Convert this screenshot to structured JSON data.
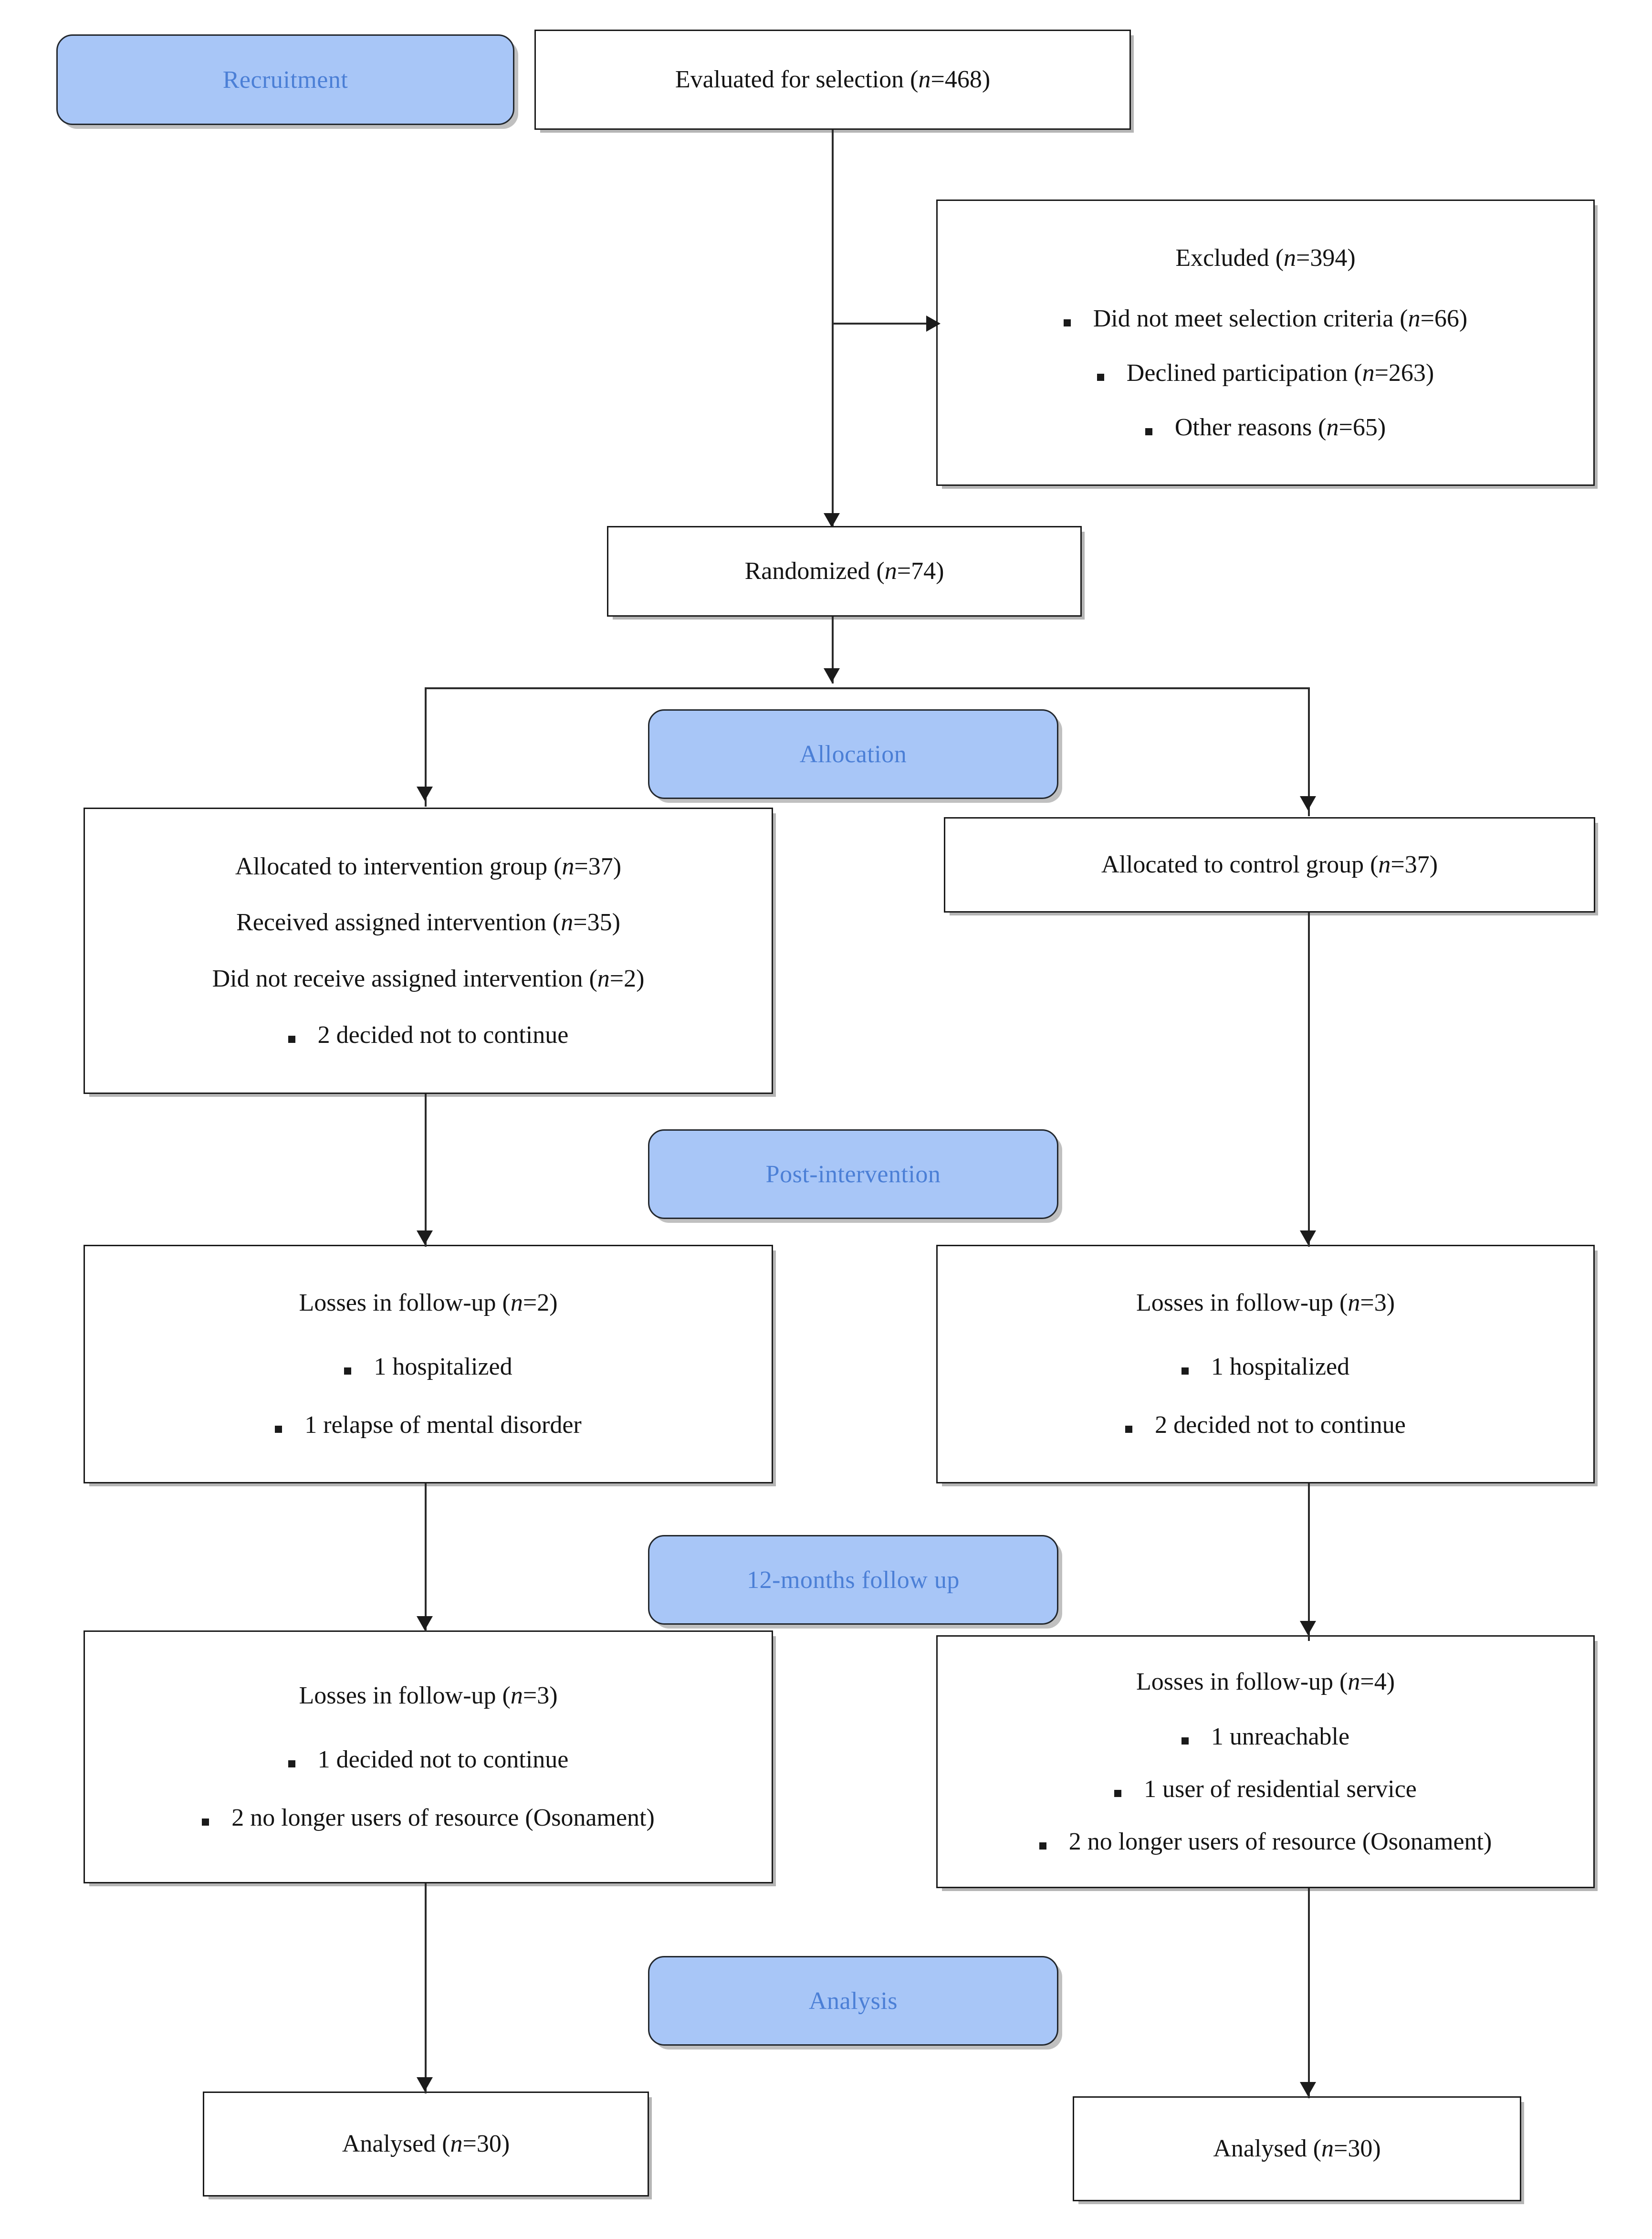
{
  "diagram": {
    "type": "consort-flow-diagram",
    "stage_badges": [
      {
        "id": "recruitment",
        "label": "Recruitment"
      },
      {
        "id": "allocation",
        "label": "Allocation"
      },
      {
        "id": "post",
        "label": "Post-intervention"
      },
      {
        "id": "followup12",
        "label": "12-months follow up"
      },
      {
        "id": "analysis",
        "label": "Analysis"
      }
    ],
    "accent_badge_fill": "#a8c6f7",
    "accent_badge_text": "#4b7fd6",
    "box_border": "#1a1a1a",
    "boxes": {
      "evaluated": {
        "title": "Evaluated for selection (n=468)"
      },
      "excluded": {
        "title": "Excluded (n=394)",
        "items": [
          "Did not meet selection criteria (n=66)",
          "Declined participation (n=263)",
          "Other reasons (n=65)"
        ]
      },
      "randomized": {
        "title": "Randomized (n=74)"
      },
      "alloc_intervention": {
        "lines": [
          "Allocated to intervention group (n=37)",
          "Received assigned intervention (n=35)",
          "Did not receive assigned intervention (n=2)"
        ],
        "items": [
          "2 decided not to continue"
        ]
      },
      "alloc_control": {
        "lines": [
          "Allocated to control group (n=37)"
        ],
        "items": []
      },
      "post_intervention_left": {
        "title": "Losses in follow-up (n=2)",
        "items": [
          "1 hospitalized",
          "1 relapse of mental disorder"
        ]
      },
      "post_intervention_right": {
        "title": "Losses in follow-up (n=3)",
        "items": [
          "1 hospitalized",
          "2 decided not to continue"
        ]
      },
      "followup_left": {
        "title": "Losses in follow-up (n=3)",
        "items": [
          "1 decided not to continue",
          "2 no longer users of resource (Osonament)"
        ]
      },
      "followup_right": {
        "title": "Losses in follow-up (n=4)",
        "items": [
          "1 unreachable",
          "1 user of residential service",
          "2 no longer users of resource (Osonament)"
        ]
      },
      "analysed_left": {
        "title": "Analysed (n=30)"
      },
      "analysed_right": {
        "title": "Analysed (n=30)"
      }
    }
  }
}
